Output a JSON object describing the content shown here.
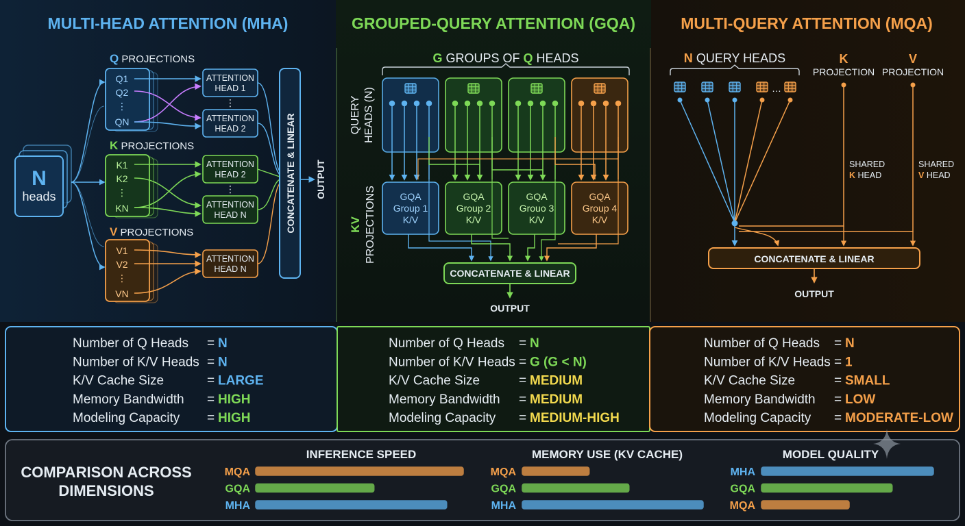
{
  "colors": {
    "mha": "#5eb3f0",
    "gqa": "#7ed957",
    "mqa": "#f5a04a",
    "yellow": "#f2d94e",
    "text": "#e6edf3",
    "background": "#0d1117"
  },
  "mha": {
    "title": "MULTI-HEAD ATTENTION (MHA)",
    "input_letter": "N",
    "input_label": "heads",
    "q_section": {
      "letter": "Q",
      "label": "PROJECTIONS",
      "items": [
        "Q1",
        "Q2",
        "⋮",
        "QN"
      ]
    },
    "k_section": {
      "letter": "K",
      "label": "PROJECTIONS",
      "items": [
        "K1",
        "K2",
        "⋮",
        "KN"
      ]
    },
    "v_section": {
      "letter": "V",
      "label": "PROJECTIONS",
      "items": [
        "V1",
        "V2",
        "⋮",
        "VN"
      ]
    },
    "attention_heads": [
      {
        "line1": "ATTENTION",
        "line2": "HEAD 1"
      },
      {
        "line1": "ATTENTION",
        "line2": "HEAD 2"
      },
      {
        "line1": "ATTENTION",
        "line2": "HEAD 2"
      },
      {
        "line1": "ATTENTION",
        "line2": "HEAD N"
      },
      {
        "line1": "ATTENTION",
        "line2": "HEAD N"
      }
    ],
    "concat_label": "CONCATENATE & LINEAR",
    "output_label": "OUTPUT",
    "stats": [
      {
        "label": "Number of Q Heads",
        "value": "N"
      },
      {
        "label": "Number of K/V Heads",
        "value": "N"
      },
      {
        "label": "K/V Cache Size",
        "value": "LARGE"
      },
      {
        "label": "Memory Bandwidth",
        "value": "HIGH"
      },
      {
        "label": "Modeling Capacity",
        "value": "HIGH"
      }
    ]
  },
  "gqa": {
    "title": "GROUPED-QUERY ATTENTION (GQA)",
    "groups_letter": "G",
    "groups_label_mid": "GROUPS OF",
    "groups_letter_q": "Q",
    "groups_label_end": "HEADS",
    "query_heads_line1": "QUERY",
    "query_heads_line2": "HEADS (N)",
    "kv_line1": "KV",
    "kv_line2": "PROJECTIONS",
    "groups": [
      {
        "line1": "GQA",
        "line2": "Group 1",
        "line3": "K/V"
      },
      {
        "line1": "GQA",
        "line2": "Group 2",
        "line3": "K/V"
      },
      {
        "line1": "GQA",
        "line2": "Grouo 3",
        "line3": "K/V"
      },
      {
        "line1": "GQA",
        "line2": "Group 4",
        "line3": "K/V"
      }
    ],
    "concat_label": "CONCATENATE & LINEAR",
    "output_label": "OUTPUT",
    "stats": [
      {
        "label": "Number of Q Heads",
        "value": "N"
      },
      {
        "label": "Number of K/V Heads",
        "value": "G (G < N)"
      },
      {
        "label": "K/V Cache Size",
        "value": "MEDIUM"
      },
      {
        "label": "Memory Bandwidth",
        "value": "MEDIUM"
      },
      {
        "label": "Modeling Capacity",
        "value": "MEDIUM-HIGH"
      }
    ]
  },
  "mqa": {
    "title": "MULTI-QUERY ATTENTION (MQA)",
    "query_heads_letter": "N",
    "query_heads_label": "QUERY HEADS",
    "ellipsis": "…",
    "k_letter": "K",
    "k_label": "PROJECTION",
    "v_letter": "V",
    "v_label": "PROJECTION",
    "shared_k_line1": "SHARED",
    "shared_k_line2": "HEAD",
    "shared_v_line1": "SHARED",
    "shared_v_line2": "HEAD",
    "concat_label": "CONCATENATE & LINEAR",
    "output_label": "OUTPUT",
    "stats": [
      {
        "label": "Number of Q Heads",
        "value": "N"
      },
      {
        "label": "Number of K/V Heads",
        "value": "1"
      },
      {
        "label": "K/V Cache Size",
        "value": "SMALL"
      },
      {
        "label": "Memory Bandwidth",
        "value": "LOW"
      },
      {
        "label": "Modeling Capacity",
        "value": "MODERATE-LOW"
      }
    ]
  },
  "comparison": {
    "title_line1": "COMPARISON ACROSS",
    "title_line2": "DIMENSIONS",
    "dimensions": [
      {
        "title": "INFERENCE SPEED",
        "bars": [
          {
            "name": "MQA",
            "value": 1.0
          },
          {
            "name": "GQA",
            "value": 0.57
          },
          {
            "name": "MHA",
            "value": 0.92
          }
        ]
      },
      {
        "title": "MEMORY USE (KV CACHE)",
        "bars": [
          {
            "name": "MQA",
            "value": 0.37
          },
          {
            "name": "GQA",
            "value": 0.59
          },
          {
            "name": "MHA",
            "value": 1.0
          }
        ]
      },
      {
        "title": "MODEL QUALITY",
        "bars": [
          {
            "name": "MHA",
            "value": 1.0
          },
          {
            "name": "GQA",
            "value": 0.76
          },
          {
            "name": "MQA",
            "value": 0.51
          }
        ]
      }
    ]
  }
}
